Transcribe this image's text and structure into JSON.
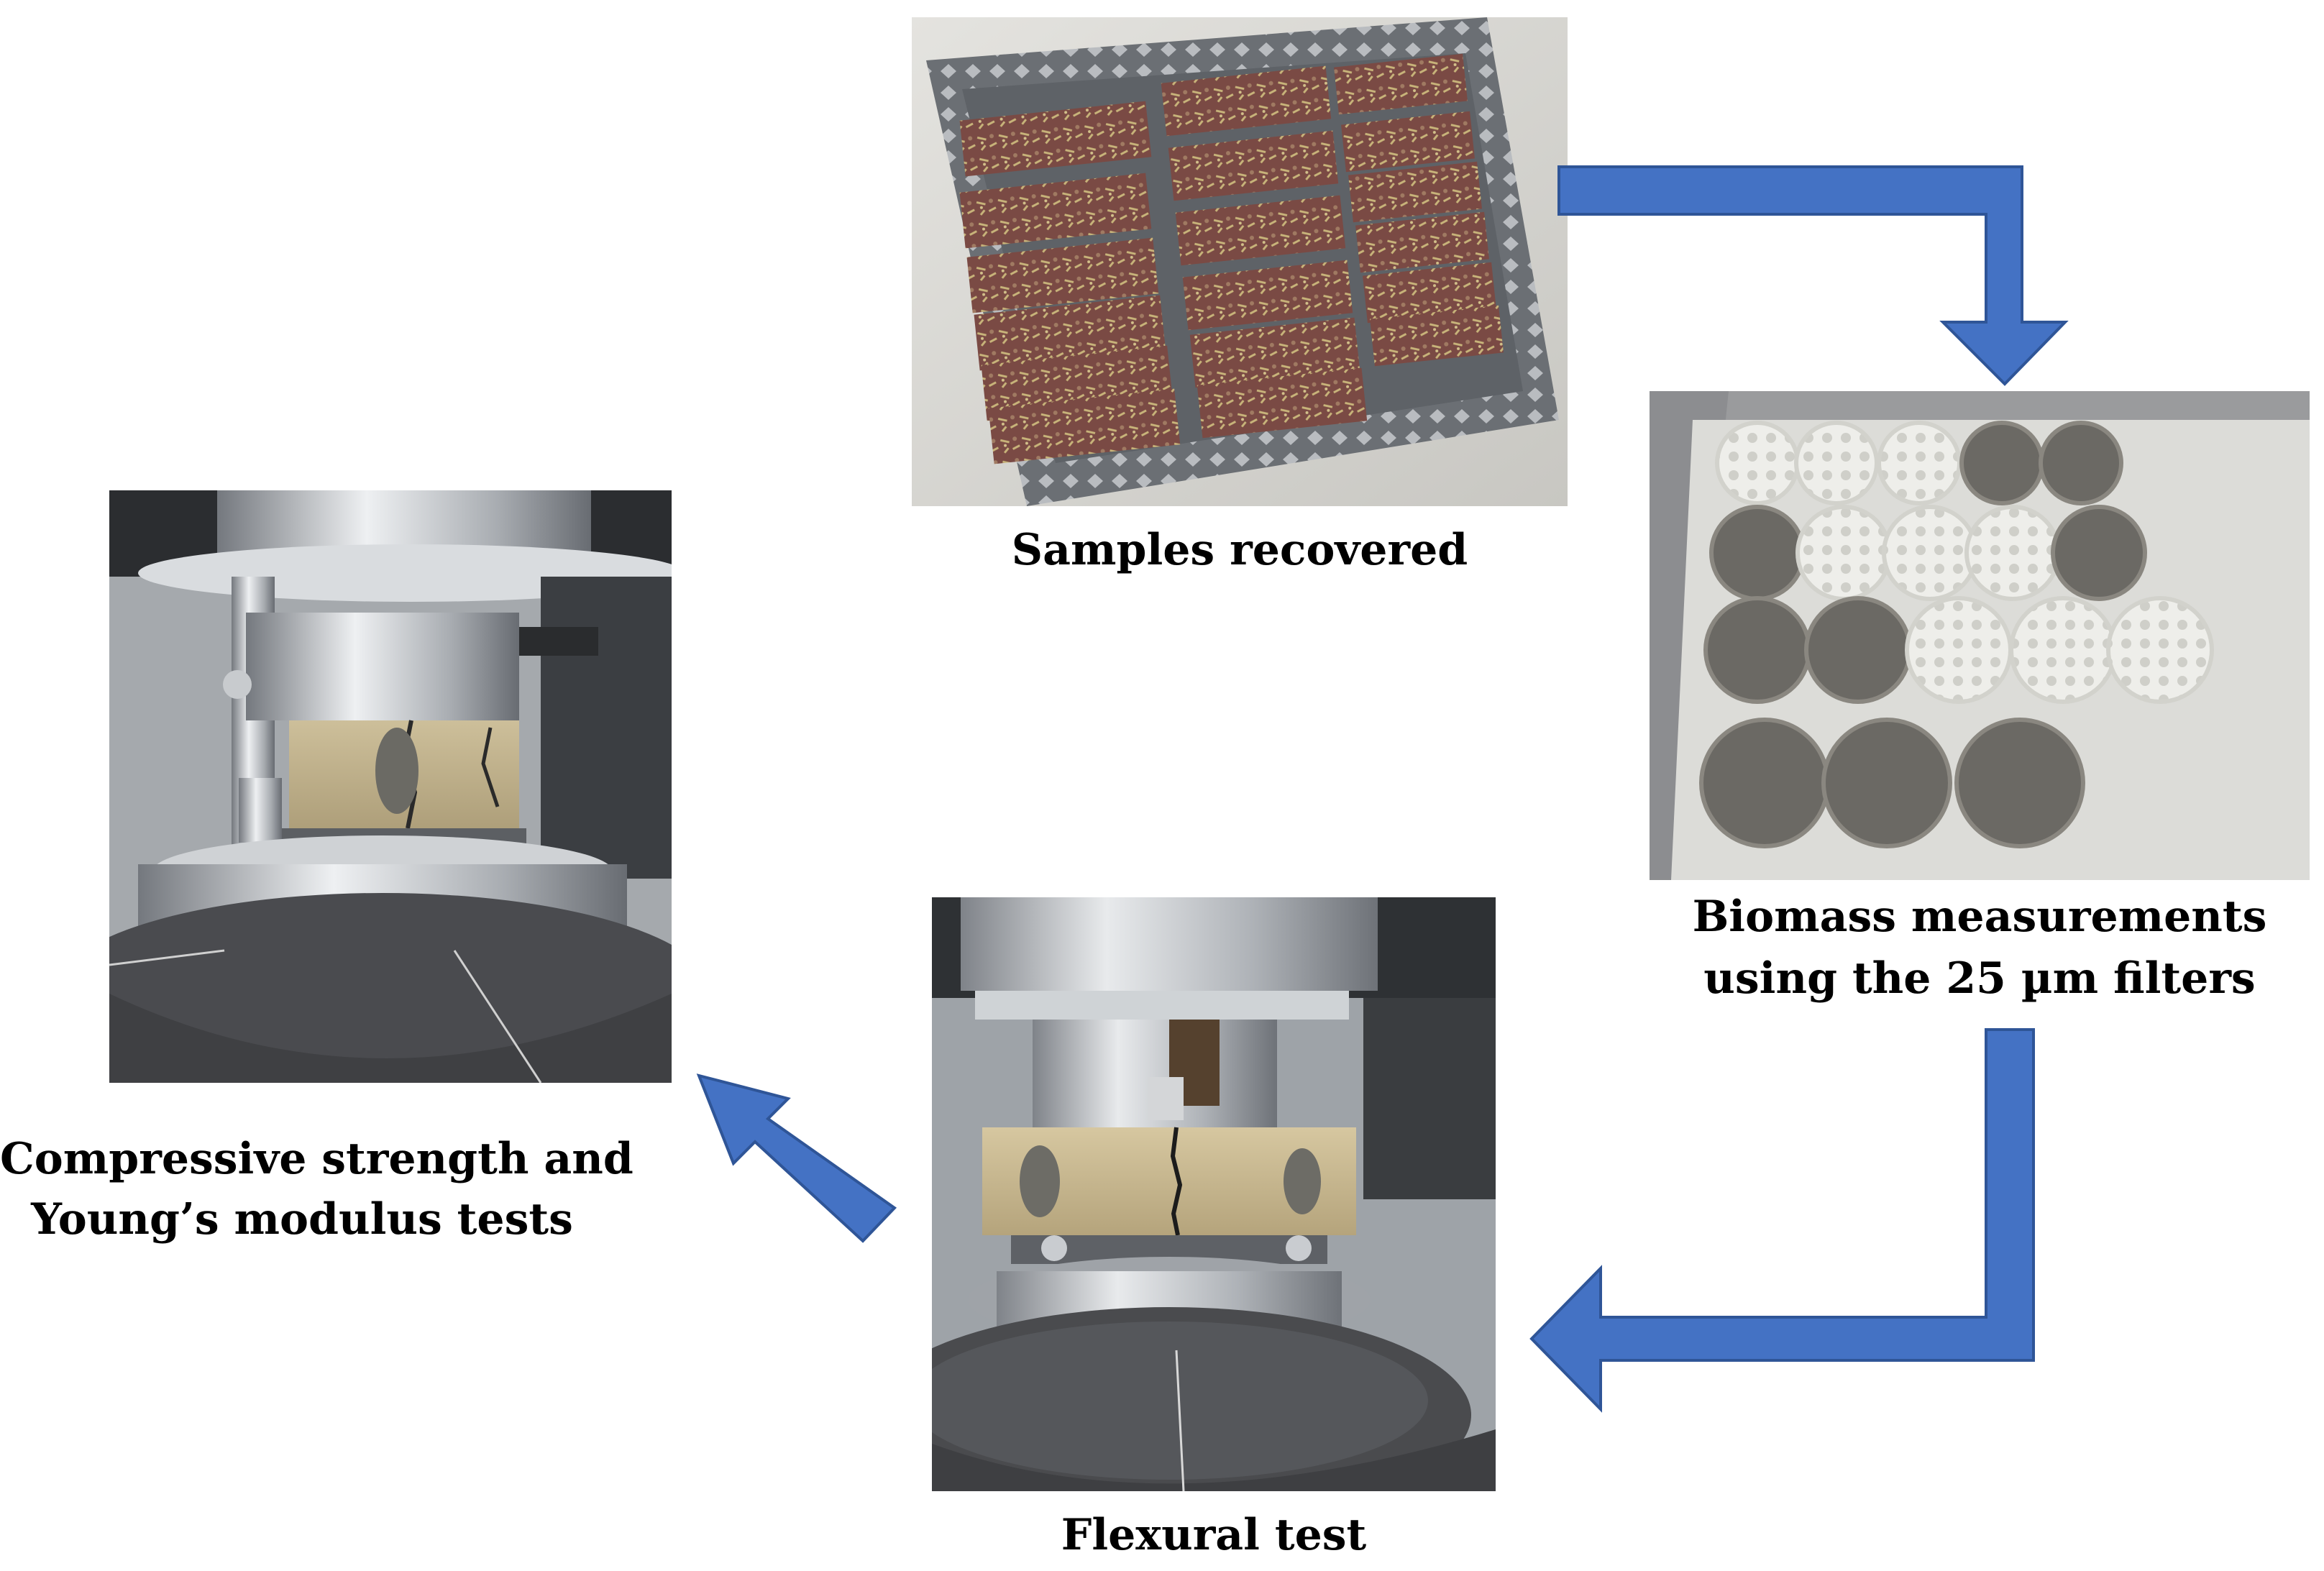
{
  "captions": {
    "samples": "Samples recovered",
    "biomass_line1": "Biomass measurements",
    "biomass_line2": "using the 25 µm filters",
    "flexural": "Flexural test",
    "compressive_line1": "Compressive strength and",
    "compressive_line2": "Young’s modulus tests"
  },
  "colors": {
    "arrow": "#4472C4",
    "arrow_edge": "#2F5597",
    "tray": "#6b6f74",
    "steel": "#c9cdd1",
    "bench": "#3b3b3d",
    "concrete": "#c9b98f",
    "filter_white": "#eeeeea",
    "filter_dark": "#6b6964"
  },
  "flow": [
    "Samples recovered",
    "Biomass measurements using the 25 µm filters",
    "Flexural test",
    "Compressive strength and Young’s modulus tests"
  ]
}
